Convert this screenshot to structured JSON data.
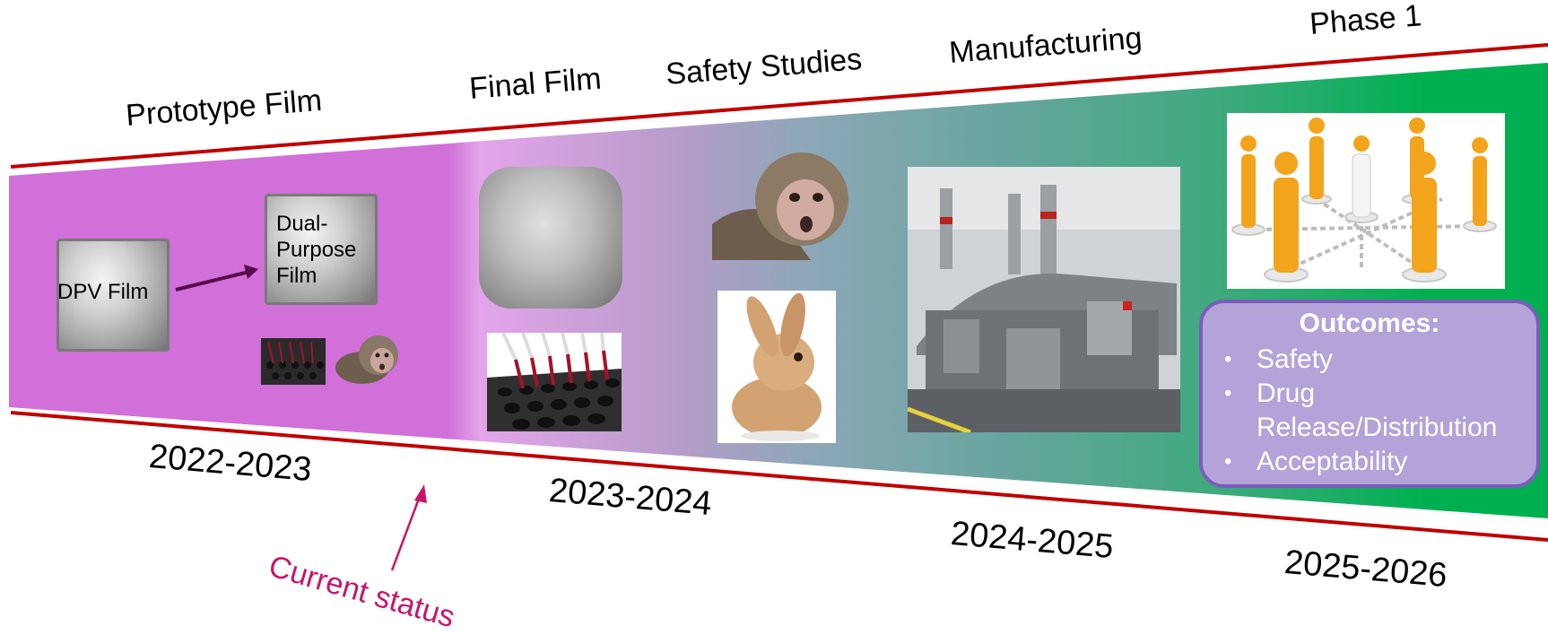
{
  "stages": [
    {
      "label": "Prototype Film"
    },
    {
      "label": "Final Film"
    },
    {
      "label": "Safety Studies"
    },
    {
      "label": "Manufacturing"
    },
    {
      "label": "Phase 1"
    }
  ],
  "years": [
    "2022-2023",
    "2023-2024",
    "2024-2025",
    "2025-2026"
  ],
  "films": {
    "dpv": "DPV Film",
    "dual_purpose": [
      "Dual-",
      "Purpose",
      "Film"
    ]
  },
  "status": "Current status",
  "outcomes": {
    "title": "Outcomes:",
    "items": [
      "Safety",
      "Drug Release/Distribution",
      "Acceptability"
    ]
  },
  "colors": {
    "band_start": "#d070d8",
    "band_mid": "#8ea7b8",
    "band_end": "#00b050",
    "rule": "#c00000",
    "status": "#c8156b",
    "outcomes_fill": "#b3a3d9",
    "outcomes_border": "#7a5dbb"
  }
}
